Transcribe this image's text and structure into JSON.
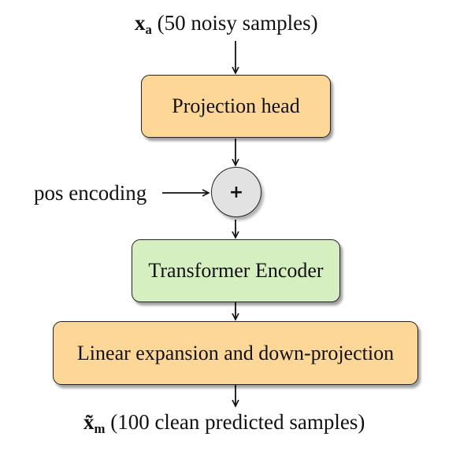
{
  "input_label": {
    "symbol": "x",
    "subscript": "a",
    "text": "(50 noisy samples)"
  },
  "nodes": {
    "projection_head": "Projection head",
    "plus": "+",
    "transformer_encoder": "Transformer Encoder",
    "linear_expansion": "Linear expansion and down-projection"
  },
  "pos_encoding_label": "pos encoding",
  "output_label": {
    "symbol": "x̃",
    "subscript": "m",
    "text": "(100 clean predicted samples)"
  },
  "colors": {
    "orange_fill": "#fcd797",
    "green_fill": "#d5efc0",
    "circle_fill": "#e2e2e2"
  }
}
